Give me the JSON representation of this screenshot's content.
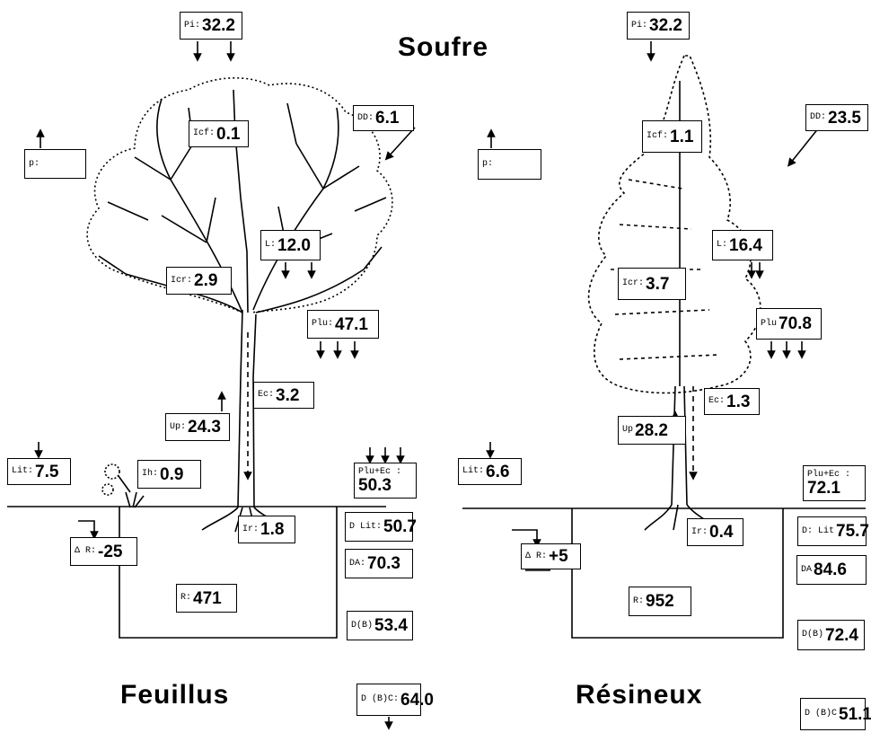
{
  "title": "Soufre",
  "feuillus": {
    "name": "Feuillus",
    "boxes": [
      {
        "id": "pi",
        "label": "Pi:",
        "value": "32.2"
      },
      {
        "id": "dd",
        "label": "DD:",
        "value": "6.1"
      },
      {
        "id": "p",
        "label": "p:",
        "value": ""
      },
      {
        "id": "icf",
        "label": "Icf:",
        "value": "0.1"
      },
      {
        "id": "l",
        "label": "L:",
        "value": "12.0"
      },
      {
        "id": "icr",
        "label": "Icr:",
        "value": "2.9"
      },
      {
        "id": "plu",
        "label": "Plu:",
        "value": "47.1"
      },
      {
        "id": "ec",
        "label": "Ec:",
        "value": "3.2"
      },
      {
        "id": "up",
        "label": "Up:",
        "value": "24.3"
      },
      {
        "id": "lit",
        "label": "Lit:",
        "value": "7.5"
      },
      {
        "id": "ih",
        "label": "Ih:",
        "value": "0.9"
      },
      {
        "id": "pluec",
        "label": "Plu+Ec :",
        "value": "50.3"
      },
      {
        "id": "ir",
        "label": "Ir:",
        "value": "1.8"
      },
      {
        "id": "dlit",
        "label": "D Lit:",
        "value": "50.7"
      },
      {
        "id": "dr",
        "label": "Δ R:",
        "value": "-25"
      },
      {
        "id": "da",
        "label": "DA:",
        "value": "70.3"
      },
      {
        "id": "r",
        "label": "R:",
        "value": "471"
      },
      {
        "id": "db",
        "label": "D(B)",
        "value": "53.4"
      },
      {
        "id": "dbc",
        "label": "D (B)C:",
        "value": "64.0"
      }
    ]
  },
  "resineux": {
    "name": "Résineux",
    "boxes": [
      {
        "id": "pi",
        "label": "Pi:",
        "value": "32.2"
      },
      {
        "id": "dd",
        "label": "DD:",
        "value": "23.5"
      },
      {
        "id": "p",
        "label": "p:",
        "value": ""
      },
      {
        "id": "icf",
        "label": "Icf:",
        "value": "1.1"
      },
      {
        "id": "l",
        "label": "L:",
        "value": "16.4"
      },
      {
        "id": "icr",
        "label": "Icr:",
        "value": "3.7"
      },
      {
        "id": "plu",
        "label": "Plu",
        "value": "70.8"
      },
      {
        "id": "ec",
        "label": "Ec:",
        "value": "1.3"
      },
      {
        "id": "up",
        "label": "Up",
        "value": "28.2"
      },
      {
        "id": "lit",
        "label": "Lit:",
        "value": "6.6"
      },
      {
        "id": "pluec",
        "label": "Plu+Ec :",
        "value": "72.1"
      },
      {
        "id": "ir",
        "label": "Ir:",
        "value": "0.4"
      },
      {
        "id": "dlit",
        "label": "D: Lit",
        "value": "75.7"
      },
      {
        "id": "dr",
        "label": "Δ R:",
        "value": "+5"
      },
      {
        "id": "da",
        "label": "DA",
        "value": "84.6"
      },
      {
        "id": "r",
        "label": "R:",
        "value": "952"
      },
      {
        "id": "db",
        "label": "D(B)",
        "value": "72.4"
      },
      {
        "id": "dbc",
        "label": "D (B)C",
        "value": "51.1"
      }
    ]
  }
}
